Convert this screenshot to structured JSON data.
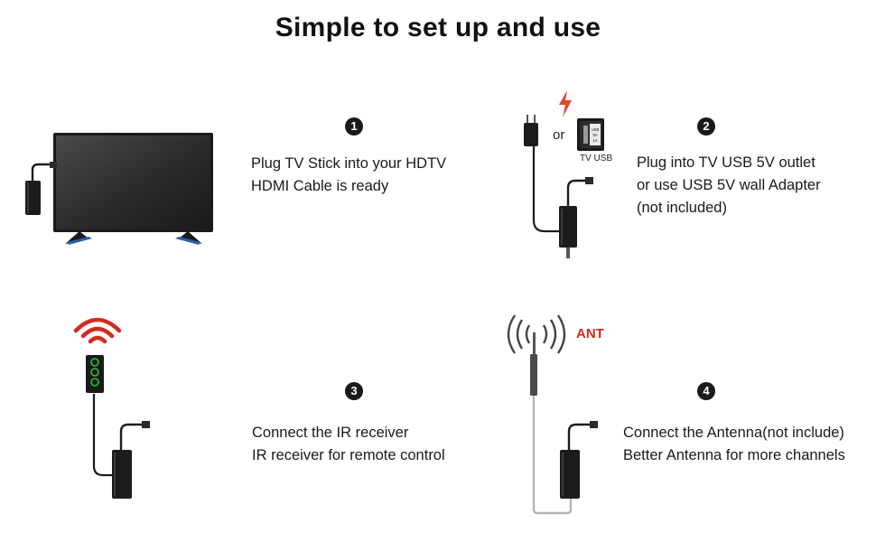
{
  "title": "Simple to set up and use",
  "steps": [
    {
      "number": "1",
      "lines": [
        "Plug TV Stick into your HDTV",
        "HDMI Cable is ready"
      ]
    },
    {
      "number": "2",
      "lines": [
        "Plug into TV USB 5V outlet",
        "or use USB 5V wall Adapter",
        "(not included)"
      ]
    },
    {
      "number": "3",
      "lines": [
        "Connect the IR receiver",
        "IR receiver for remote control"
      ]
    },
    {
      "number": "4",
      "lines": [
        "Connect the Antenna(not include)",
        "Better Antenna for more channels"
      ]
    }
  ],
  "labels": {
    "or": "or",
    "tv_usb": "TV USB",
    "usb_port_text": "USB 5V 1A",
    "ant": "ANT"
  },
  "colors": {
    "accent_red": "#d32a1f",
    "lightning": "#e8452a",
    "ir_green": "#2fbf3a",
    "device": "#1c1c1c"
  },
  "icons": [
    "tv-icon",
    "tv-stick-icon",
    "power-plug-icon",
    "lightning-icon",
    "usb-port-icon",
    "ir-waves-icon",
    "ir-receiver-icon",
    "antenna-icon",
    "signal-waves-icon"
  ]
}
